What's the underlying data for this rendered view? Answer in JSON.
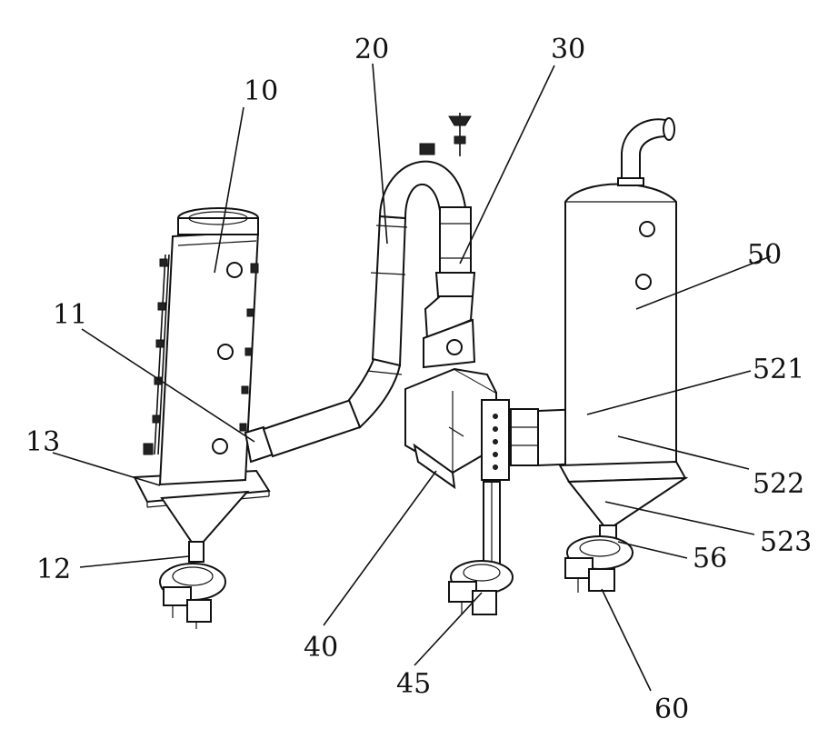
{
  "figure": {
    "labels": {
      "l10": "10",
      "l11": "11",
      "l12": "12",
      "l13": "13",
      "l20": "20",
      "l30": "30",
      "l40": "40",
      "l45": "45",
      "l50": "50",
      "l56": "56",
      "l60": "60",
      "l521": "521",
      "l522": "522",
      "l523": "523"
    }
  }
}
